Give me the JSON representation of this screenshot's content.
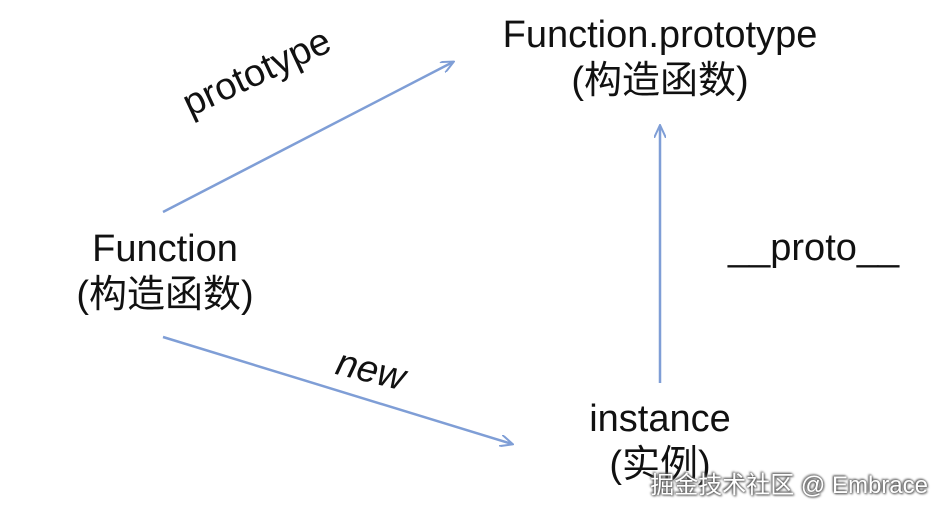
{
  "nodes": {
    "function_prototype": {
      "title": "Function.prototype",
      "subtitle": "(构造函数)"
    },
    "function": {
      "title": "Function",
      "subtitle": "(构造函数)"
    },
    "instance": {
      "title": "instance",
      "subtitle": "(实例)"
    }
  },
  "edges": {
    "prototype": "prototype",
    "new": "new",
    "proto": "__proto__"
  },
  "watermark": "掘金技术社区 @ Embrace",
  "colors": {
    "arrow": "#7f9ed6",
    "text": "#111111"
  }
}
